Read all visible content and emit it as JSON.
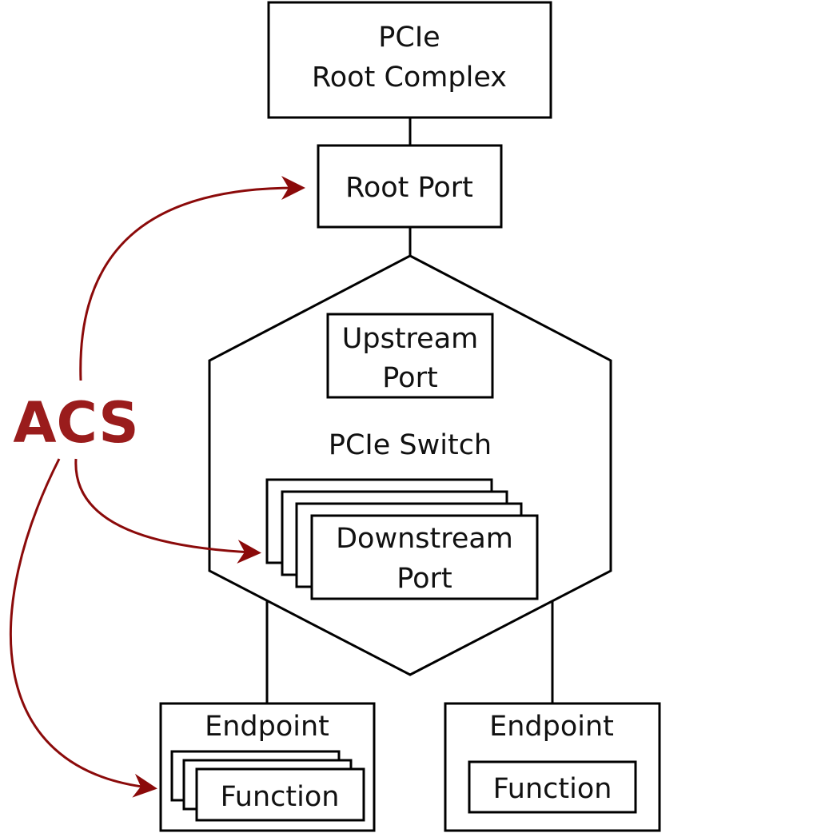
{
  "diagram": {
    "root_complex": {
      "line1": "PCIe",
      "line2": "Root Complex"
    },
    "root_port": "Root Port",
    "switch": {
      "label": "PCIe Switch",
      "upstream_port": {
        "line1": "Upstream",
        "line2": "Port"
      },
      "downstream_port": {
        "line1": "Downstream",
        "line2": "Port"
      }
    },
    "endpoints": [
      {
        "label": "Endpoint",
        "function": "Function",
        "multi_function": true
      },
      {
        "label": "Endpoint",
        "function": "Function",
        "multi_function": false
      }
    ],
    "acs_label": "ACS",
    "colors": {
      "acs": "#9a1c1c",
      "arrow": "#8b0a0a",
      "stroke": "#000000"
    }
  }
}
